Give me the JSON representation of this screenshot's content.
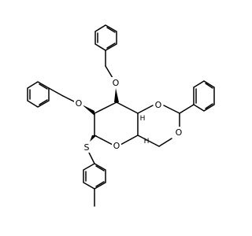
{
  "atom_labels": {
    "o_upper_benzyloxy": "O",
    "o_lower_benzyloxy": "O",
    "o_acetal_upper": "O",
    "o_acetal_lower": "O",
    "o_pyranose_ring": "O",
    "s_thioether": "S",
    "h_upper": "H",
    "h_lower": "H"
  }
}
